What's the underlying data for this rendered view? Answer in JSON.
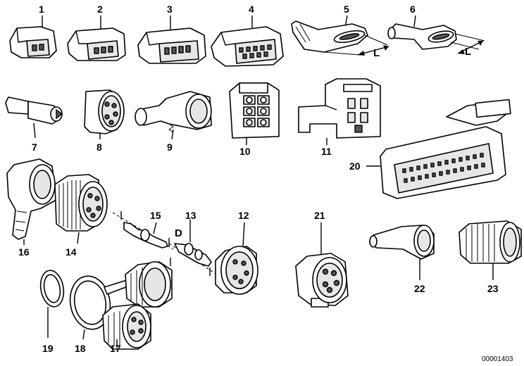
{
  "labels": {
    "p1": "1",
    "p2": "2",
    "p3": "3",
    "p4": "4",
    "p5": "5",
    "p6": "6",
    "p7": "7",
    "p8": "8",
    "p9": "9",
    "p10": "10",
    "p11": "11",
    "p12": "12",
    "p13": "13",
    "p14": "14",
    "p15": "15",
    "p16": "16",
    "p17": "17",
    "p18": "18",
    "p19": "19",
    "p20": "20",
    "p21": "21",
    "p22": "22",
    "p23": "23"
  },
  "dimensions": {
    "l5": "L",
    "l6": "L",
    "d": "D"
  },
  "reference_number": "00001403"
}
